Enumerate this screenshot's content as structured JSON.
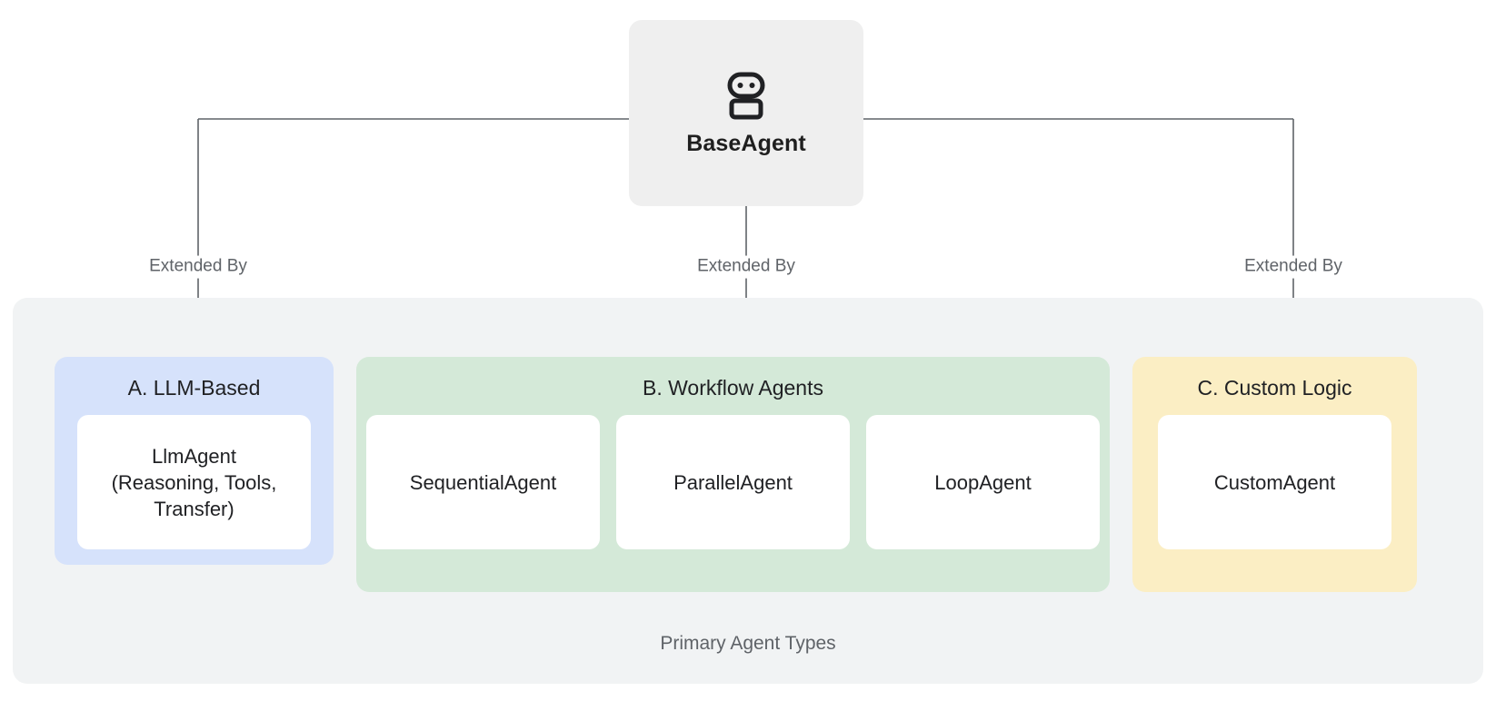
{
  "diagram": {
    "root": {
      "label": "BaseAgent",
      "icon": "robot-icon"
    },
    "edges": [
      {
        "label": "Extended By",
        "target": "A. LLM-Based"
      },
      {
        "label": "Extended By",
        "target": "B. Workflow Agents"
      },
      {
        "label": "Extended By",
        "target": "C. Custom Logic"
      }
    ],
    "group": {
      "caption": "Primary Agent Types",
      "background": "#f1f3f4"
    },
    "panels": [
      {
        "id": "llm-based",
        "title": "A. LLM-Based",
        "color": "#d6e2fb",
        "cards": [
          {
            "label": "LlmAgent\n(Reasoning, Tools,\nTransfer)"
          }
        ]
      },
      {
        "id": "workflow-agents",
        "title": "B. Workflow Agents",
        "color": "#d4e9d8",
        "cards": [
          {
            "label": "SequentialAgent"
          },
          {
            "label": "ParallelAgent"
          },
          {
            "label": "LoopAgent"
          }
        ]
      },
      {
        "id": "custom-logic",
        "title": "C. Custom Logic",
        "color": "#fbeec4",
        "cards": [
          {
            "label": "CustomAgent"
          }
        ]
      }
    ],
    "colors": {
      "root_background": "#efefef",
      "connector_line": "#5f6368",
      "label_text": "#5f6368",
      "node_text": "#202124",
      "card_background": "#ffffff"
    }
  }
}
